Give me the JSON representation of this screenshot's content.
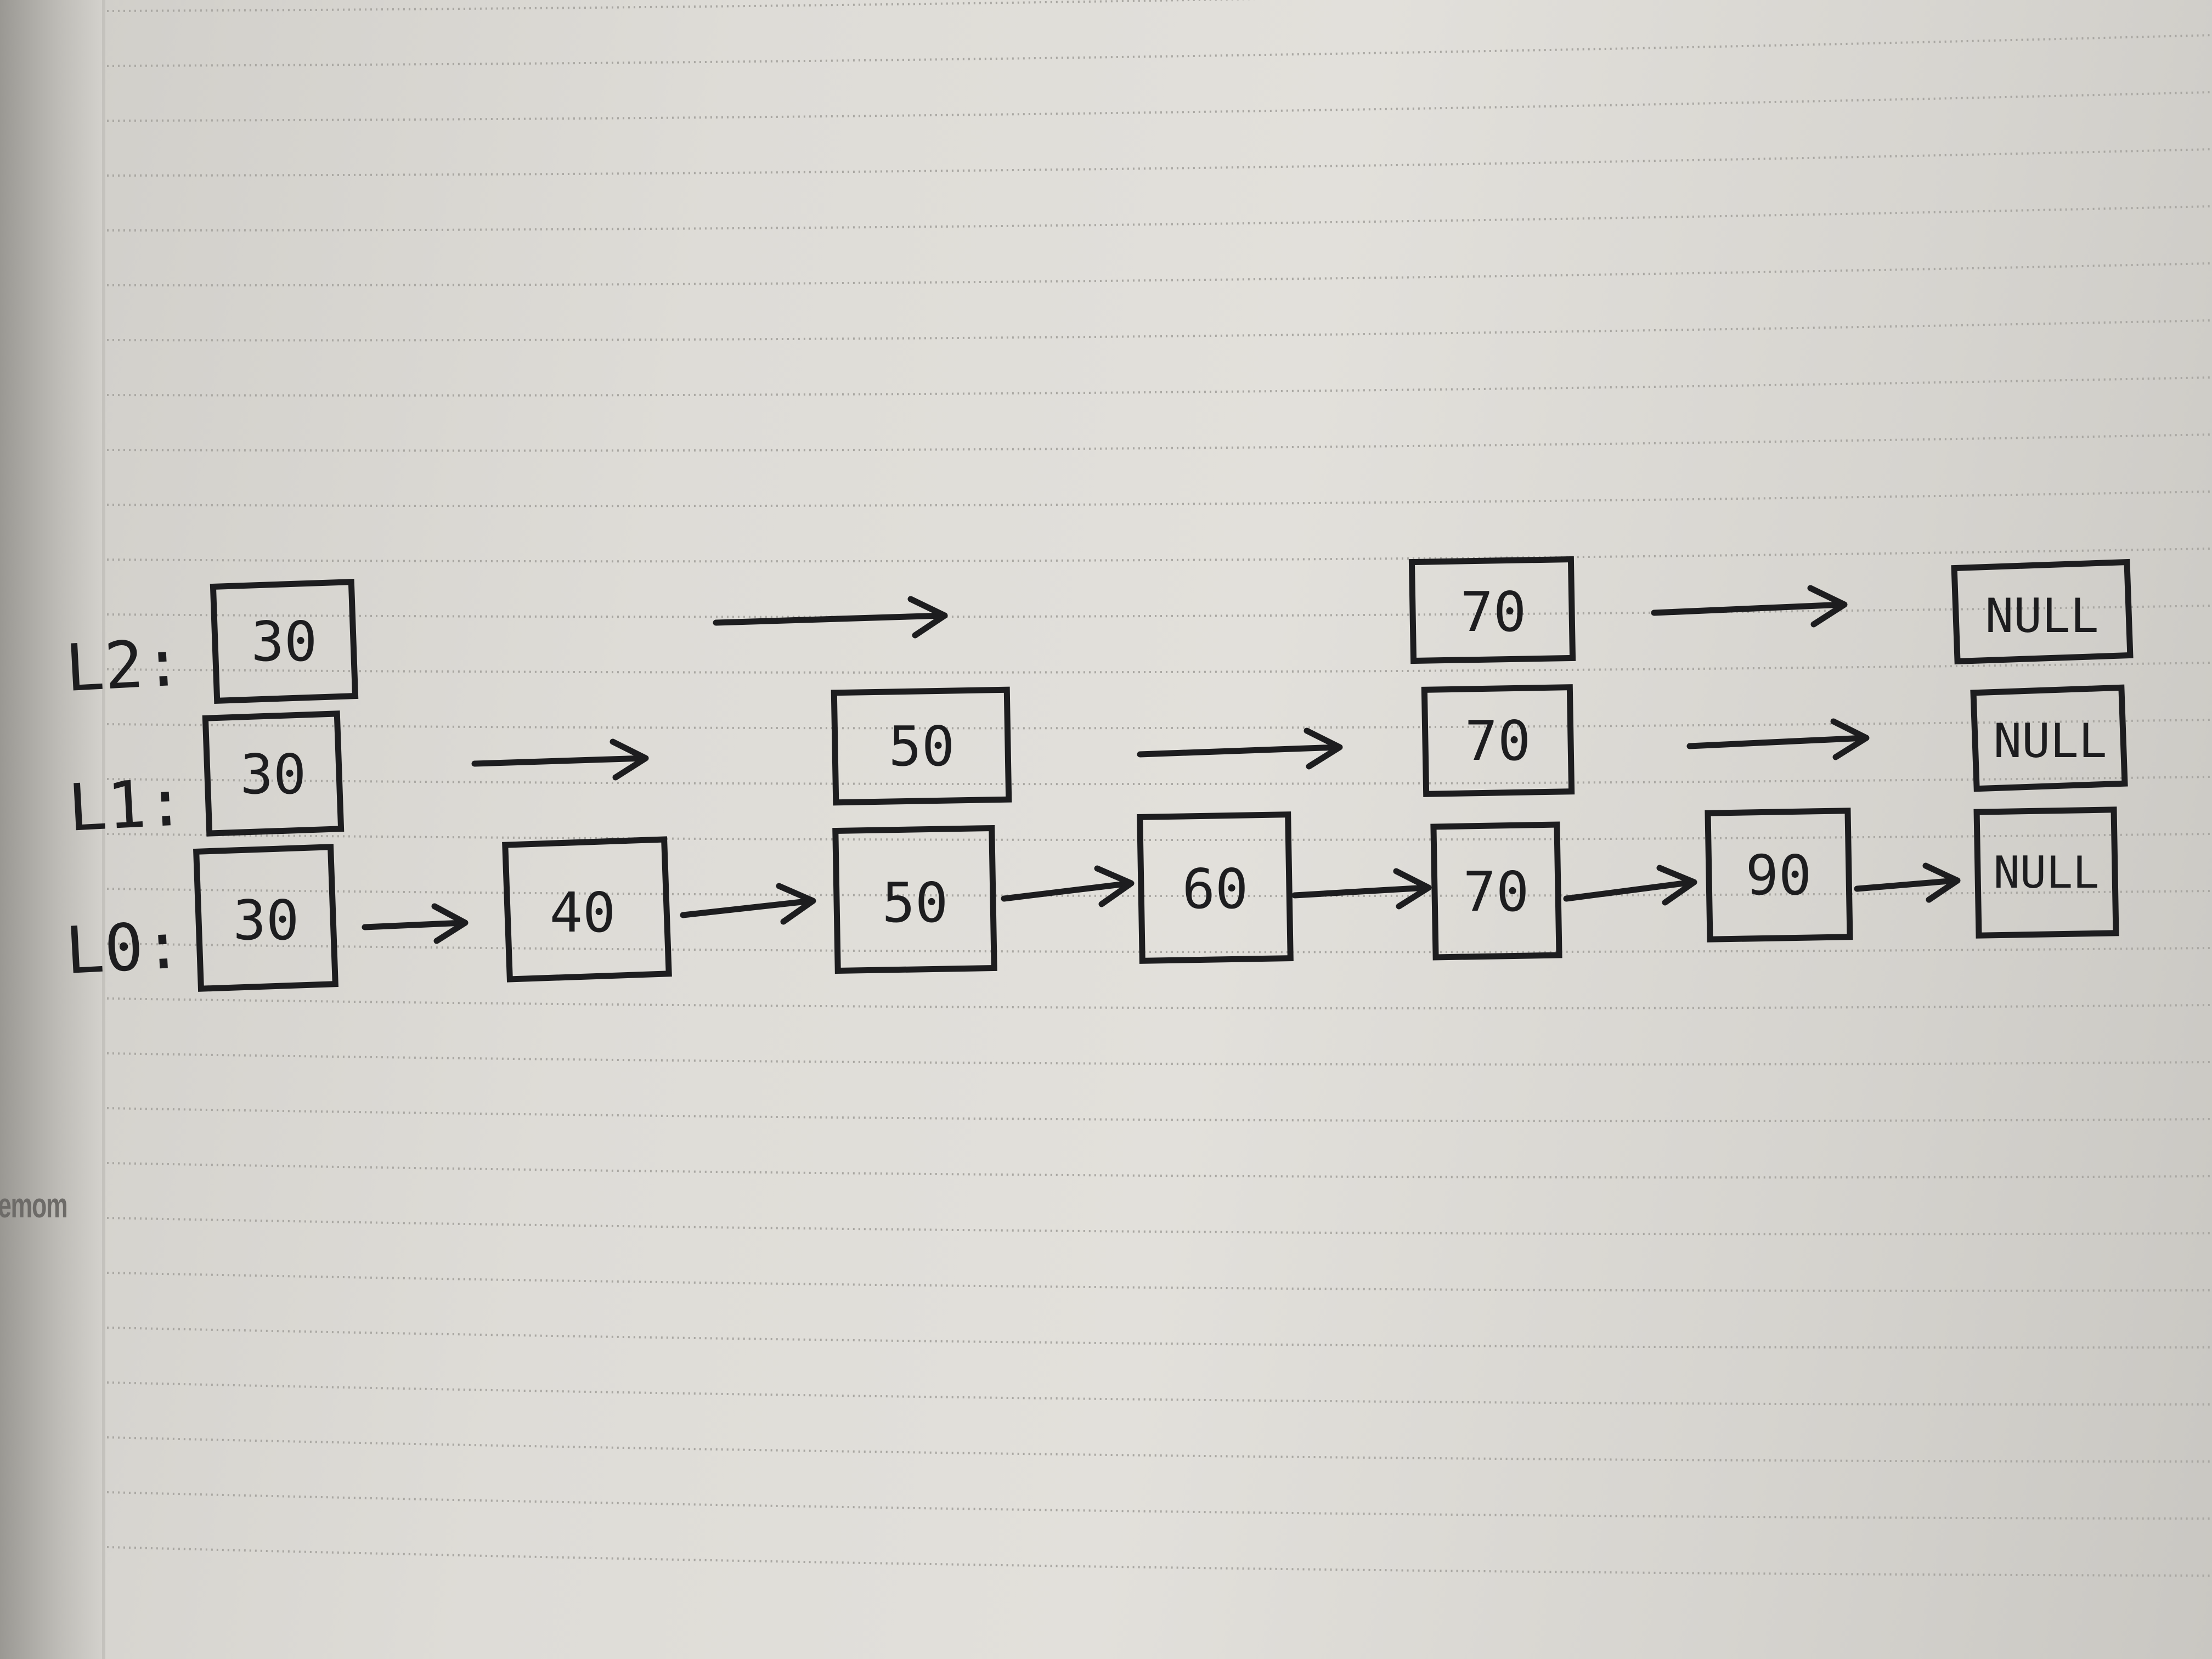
{
  "page": {
    "brand_mark": "emom"
  },
  "diagram": {
    "levels": [
      {
        "label": "L2:",
        "nodes": [
          "30",
          "70",
          "NULL"
        ]
      },
      {
        "label": "L1:",
        "nodes": [
          "30",
          "50",
          "70",
          "NULL"
        ]
      },
      {
        "label": "L0:",
        "nodes": [
          "30",
          "40",
          "50",
          "60",
          "70",
          "90",
          "NULL"
        ]
      }
    ]
  },
  "colors": {
    "ink": "#1d1d1f",
    "paper": "#dedcd7",
    "rule": "#a9a7a2"
  }
}
